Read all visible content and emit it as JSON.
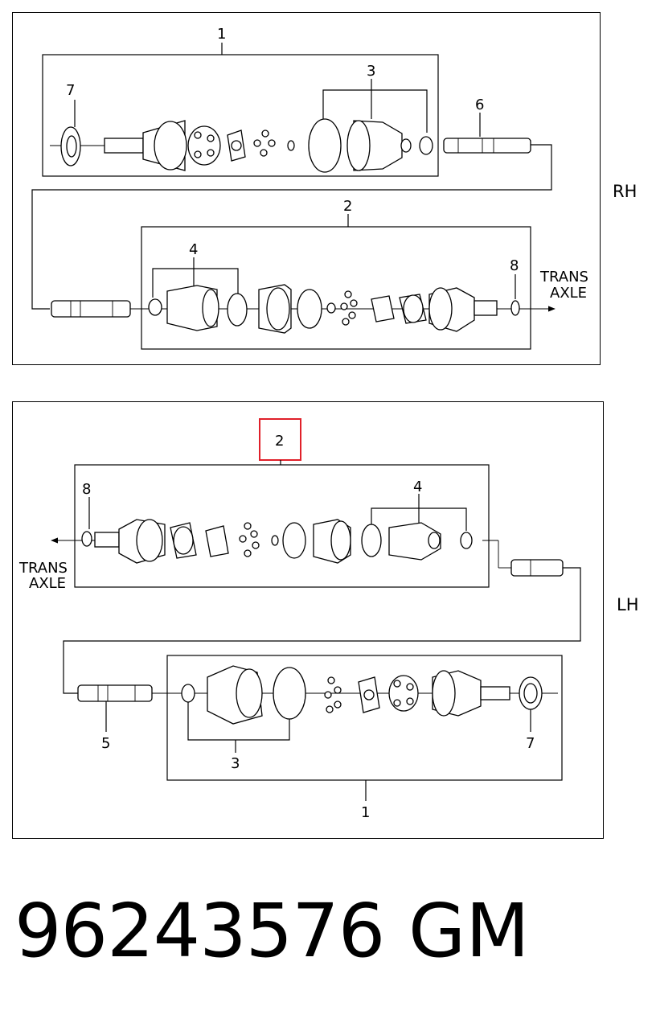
{
  "rh_panel": {
    "side_label": "RH",
    "trans_axle": [
      "TRANS",
      "AXLE"
    ],
    "callouts": {
      "c1": "1",
      "c2": "2",
      "c3": "3",
      "c4": "4",
      "c6": "6",
      "c7": "7",
      "c8": "8"
    }
  },
  "lh_panel": {
    "side_label": "LH",
    "trans_axle": [
      "TRANS",
      "AXLE"
    ],
    "highlighted": "2",
    "callouts": {
      "c1": "1",
      "c3": "3",
      "c4": "4",
      "c5": "5",
      "c7": "7",
      "c8": "8"
    }
  },
  "highlight_color": "#e0202a",
  "part_number": "96243576",
  "brand": "GM"
}
